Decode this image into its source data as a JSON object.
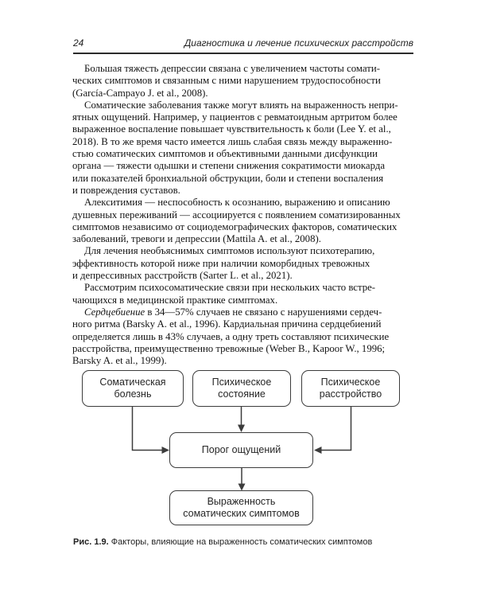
{
  "header": {
    "page_number": "24",
    "title": "Диагностика и лечение психических расстройств"
  },
  "body": {
    "p1": [
      "Большая тяжесть депрессии связана с увеличением частоты сомати-",
      "ческих симптомов и связанным с ними нарушением трудоспособности",
      "(García-Campayo J. et al., 2008)."
    ],
    "p2": [
      "Соматические заболевания также могут влиять на выраженность непри-",
      "ятных ощущений. Например, у пациентов с ревматоидным артритом более",
      "выраженное воспаление повышает чувствительность к боли (Lee Y. et al.,",
      "2018). В то же время часто имеется лишь слабая связь между выраженно-",
      "стью соматических симптомов и объективными данными дисфункции",
      "органа — тяжести одышки и степени снижения сократимости миокарда",
      "или показателей бронхиальной обструкции, боли и степени воспаления",
      "и повреждения суставов."
    ],
    "p3": [
      "Алекситимия — неспособность к осознанию, выражению и описанию",
      "душевных переживаний — ассоциируется с появлением соматизированных",
      "симптомов независимо от социодемографических факторов, соматических",
      "заболеваний, тревоги и депрессии (Mattila A. et al., 2008)."
    ],
    "p4": [
      "Для лечения необъяснимых симптомов используют психотерапию,",
      "эффективность которой ниже при наличии коморбидных тревожных",
      "и депрессивных расстройств (Sarter L. et al., 2021)."
    ],
    "p5": [
      "Рассмотрим психосоматические связи при нескольких часто встре-",
      "чающихся в медицинской практике симптомах."
    ],
    "p6_lead": "Сердцебиение",
    "p6_rest": [
      " в 34—57% случаев не связано с нарушениями сердеч-",
      "ного ритма (Barsky A. et al., 1996). Кардиальная причина сердцебиений",
      "определяется лишь в 43% случаев, а одну треть составляют психические",
      "расстройства, преимущественно тревожные (Weber B., Kapoor W., 1996;",
      "Barsky A. et al., 1999)."
    ]
  },
  "diagram": {
    "boxes": {
      "somatic_disease": "Соматическая\nболезнь",
      "mental_state": "Психическое\nсостояние",
      "mental_disorder": "Психическое\nрасстройство",
      "sensation_threshold": "Порог ощущений",
      "symptom_severity": "Выраженность\nсоматических симптомов"
    },
    "caption_label": "Рис. 1.9.",
    "caption_text": " Факторы, влияющие на выраженность соматических симптомов"
  },
  "colors": {
    "body_text": "#141414",
    "box_border": "#3c3c3c",
    "arrow": "#3c3c3c",
    "header_rule": "#2b2b2b"
  }
}
